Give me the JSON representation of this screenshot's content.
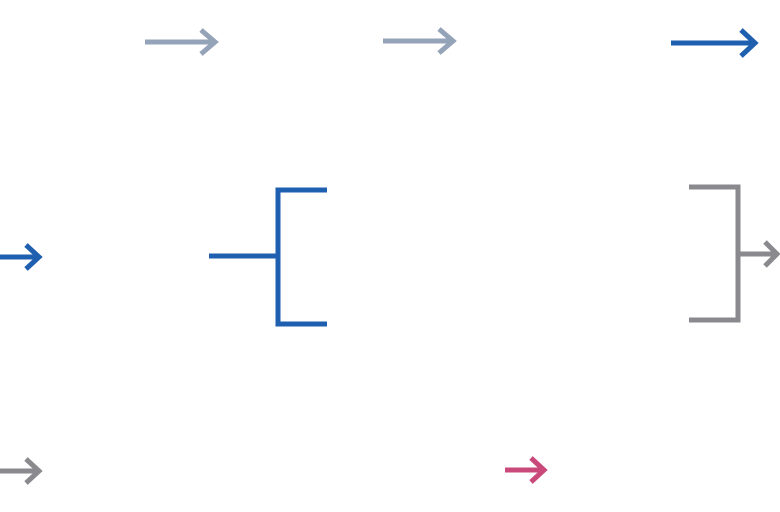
{
  "diagram": {
    "description_free": true,
    "colors": {
      "muted_blue": "#94a3b8",
      "blue": "#1f5fb0",
      "gray": "#8a8a8e",
      "pink": "#c9497a"
    },
    "arrows": [
      {
        "id": "arrow-top-left",
        "color": "muted_blue",
        "icon": "arrow-right-icon"
      },
      {
        "id": "arrow-top-middle",
        "color": "muted_blue",
        "icon": "arrow-right-icon"
      },
      {
        "id": "arrow-top-right",
        "color": "blue",
        "icon": "arrow-right-icon"
      },
      {
        "id": "arrow-mid-left",
        "color": "blue",
        "icon": "arrow-right-icon"
      },
      {
        "id": "arrow-mid-right",
        "color": "gray",
        "icon": "arrow-right-icon"
      },
      {
        "id": "arrow-bottom-left",
        "color": "gray",
        "icon": "arrow-right-icon"
      },
      {
        "id": "arrow-bottom-middle",
        "color": "pink",
        "icon": "arrow-right-icon"
      }
    ],
    "connectors": [
      {
        "id": "split-bracket",
        "color": "blue",
        "icon": "split-bracket-icon"
      },
      {
        "id": "merge-bracket",
        "color": "gray",
        "icon": "merge-bracket-icon"
      }
    ]
  }
}
